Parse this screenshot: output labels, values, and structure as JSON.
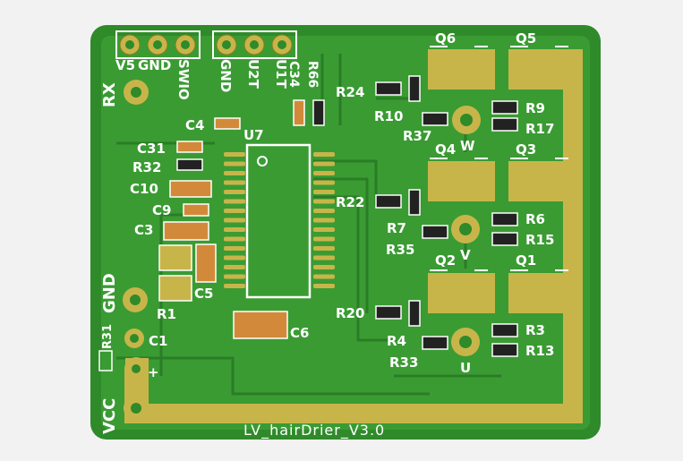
{
  "board": {
    "title": "LV_hairDrier_V3.0",
    "colors": {
      "background": "#f2f2f2",
      "pcb": "#2f8a2a",
      "copper": "#3a9b33",
      "pad": "#c8b54a",
      "silk": "#ffffff"
    }
  },
  "headers": {
    "left_pins": [
      "V5",
      "GND",
      "SWIO"
    ],
    "right_pins": [
      "GND",
      "U2T",
      "U1T"
    ]
  },
  "edge_labels": {
    "rx": "RX",
    "gnd": "GND",
    "vcc": "VCC",
    "plus": "+"
  },
  "ic": {
    "ref": "U7"
  },
  "phases": {
    "w": "W",
    "v": "V",
    "u": "U"
  },
  "components": {
    "c4": "C4",
    "c31": "C31",
    "r32": "R32",
    "c10": "C10",
    "c9": "C9",
    "c3": "C3",
    "c5": "C5",
    "r1": "R1",
    "c1": "C1",
    "r31": "R31",
    "c6": "C6",
    "c34": "C34",
    "r66": "R66",
    "r24": "R24",
    "r10": "R10",
    "r37": "R37",
    "q6": "Q6",
    "q5": "Q5",
    "r9": "R9",
    "r17": "R17",
    "r22": "R22",
    "r7": "R7",
    "r35": "R35",
    "q4": "Q4",
    "q3": "Q3",
    "r6": "R6",
    "r15": "R15",
    "r20": "R20",
    "r4": "R4",
    "r33": "R33",
    "q2": "Q2",
    "q1": "Q1",
    "r3": "R3",
    "r13": "R13"
  }
}
